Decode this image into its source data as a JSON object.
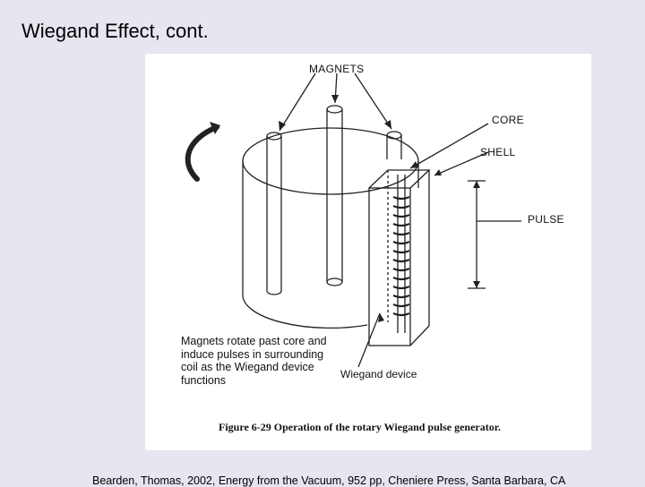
{
  "slide": {
    "title": "Wiegand Effect, cont.",
    "citation": "Bearden, Thomas, 2002, Energy from the Vacuum, 952 pp, Cheniere Press, Santa Barbara, CA"
  },
  "figure": {
    "labels": {
      "magnets": "MAGNETS",
      "core": "CORE",
      "shell": "SHELL",
      "pulse": "PULSE",
      "device": "Wiegand device"
    },
    "description": "Magnets rotate past core and induce pulses in surrounding coil as the Wiegand device functions",
    "caption": "Figure 6-29 Operation of the rotary Wiegand pulse generator."
  }
}
